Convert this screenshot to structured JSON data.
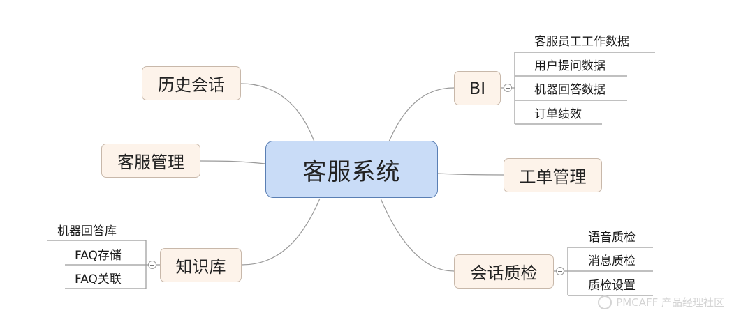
{
  "root": {
    "label": "客服系统"
  },
  "branches": {
    "history": {
      "label": "历史会话"
    },
    "cs_manage": {
      "label": "客服管理"
    },
    "knowledge": {
      "label": "知识库",
      "children": [
        "机器回答库",
        "FAQ存储",
        "FAQ关联"
      ]
    },
    "bi": {
      "label": "BI",
      "children": [
        "客服员工工作数据",
        "用户提问数据",
        "机器回答数据",
        "订单绩效"
      ]
    },
    "ticket": {
      "label": "工单管理"
    },
    "qa": {
      "label": "会话质检",
      "children": [
        "语音质检",
        "消息质检",
        "质检设置"
      ]
    }
  },
  "watermark": {
    "text": "PMCAFF 产品经理社区"
  },
  "colors": {
    "root_fill": "#c9dcf7",
    "root_border": "#5a7fb4",
    "node_fill": "#fdf3ea",
    "node_border": "#c8b8aa",
    "line": "#9a9a9a"
  }
}
